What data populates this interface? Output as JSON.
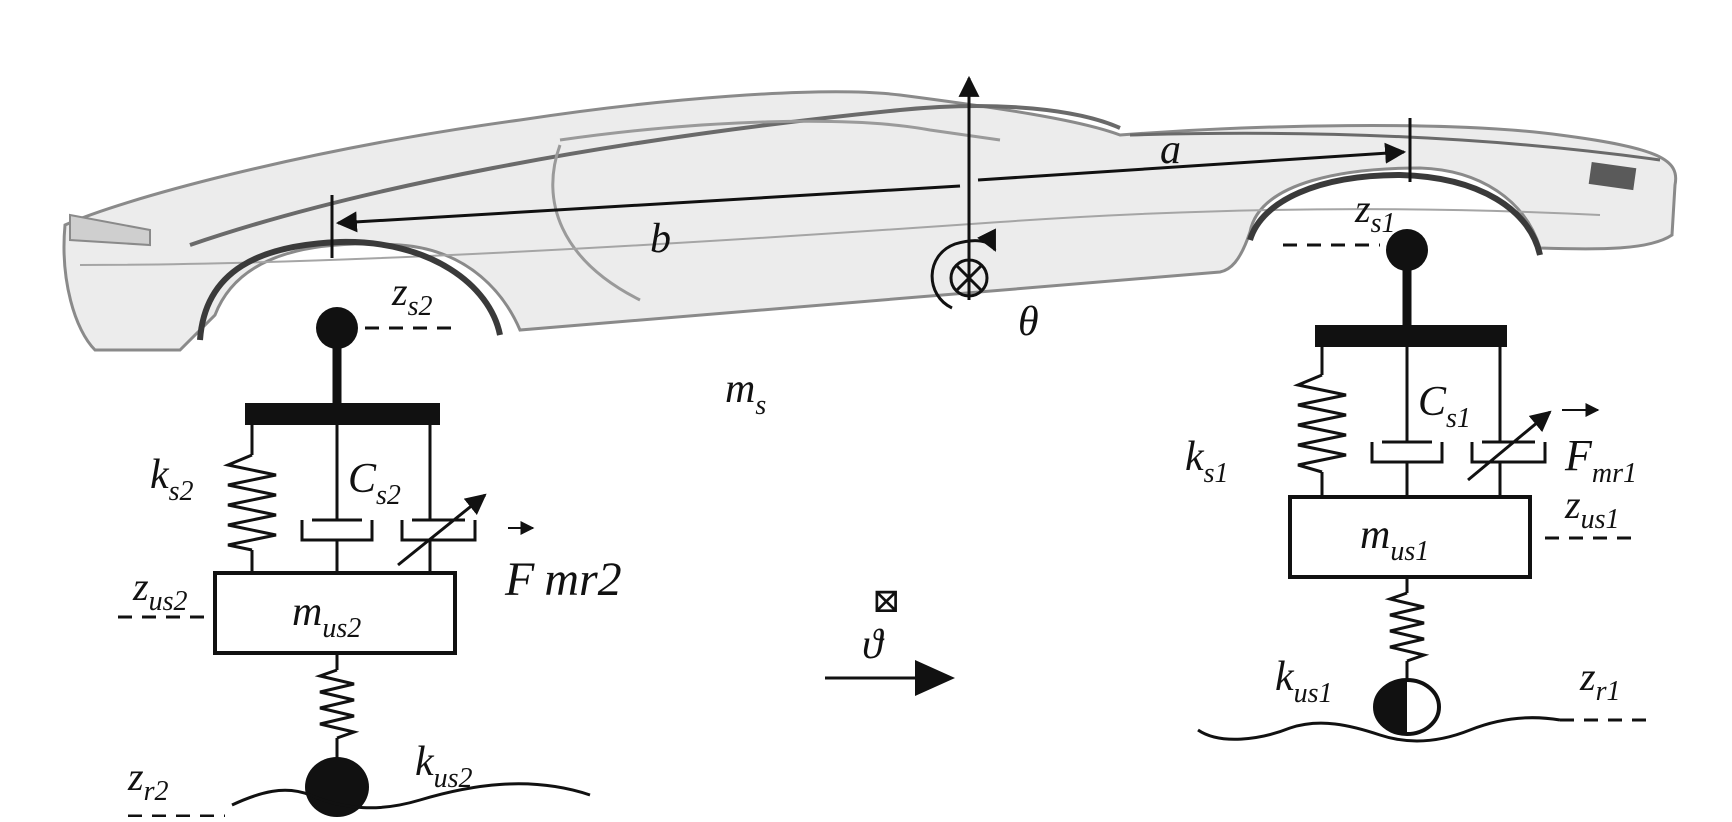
{
  "diagram": {
    "colors": {
      "ink": "#111111",
      "car_body": "#e9e9e9",
      "car_line": "#8a8a8a",
      "car_dark": "#4a4a4a",
      "background": "#ffffff"
    },
    "labels": {
      "a": "a",
      "b": "b",
      "theta": "θ",
      "m_s": "m",
      "m_s_sub": "s",
      "velocity_symbol": "ϑ",
      "velocity_box": "⊠"
    },
    "front": {
      "z_s": "z",
      "z_s_sub": "s1",
      "k_s": "k",
      "k_s_sub": "s1",
      "C_s": "C",
      "C_s_sub": "s1",
      "F_mr": "F",
      "F_mr_sub": "mr1",
      "z_us": "z",
      "z_us_sub": "us1",
      "m_us": "m",
      "m_us_sub": "us1",
      "k_us": "k",
      "k_us_sub": "us1",
      "z_r": "z",
      "z_r_sub": "r1"
    },
    "rear": {
      "z_s": "z",
      "z_s_sub": "s2",
      "k_s": "k",
      "k_s_sub": "s2",
      "C_s": "C",
      "C_s_sub": "s2",
      "F_mr": "F",
      "F_mr_sub": "mr2",
      "z_us": "z",
      "z_us_sub": "us2",
      "m_us": "m",
      "m_us_sub": "us2",
      "k_us": "k",
      "k_us_sub": "us2",
      "z_r": "z",
      "z_r_sub": "r2"
    }
  }
}
